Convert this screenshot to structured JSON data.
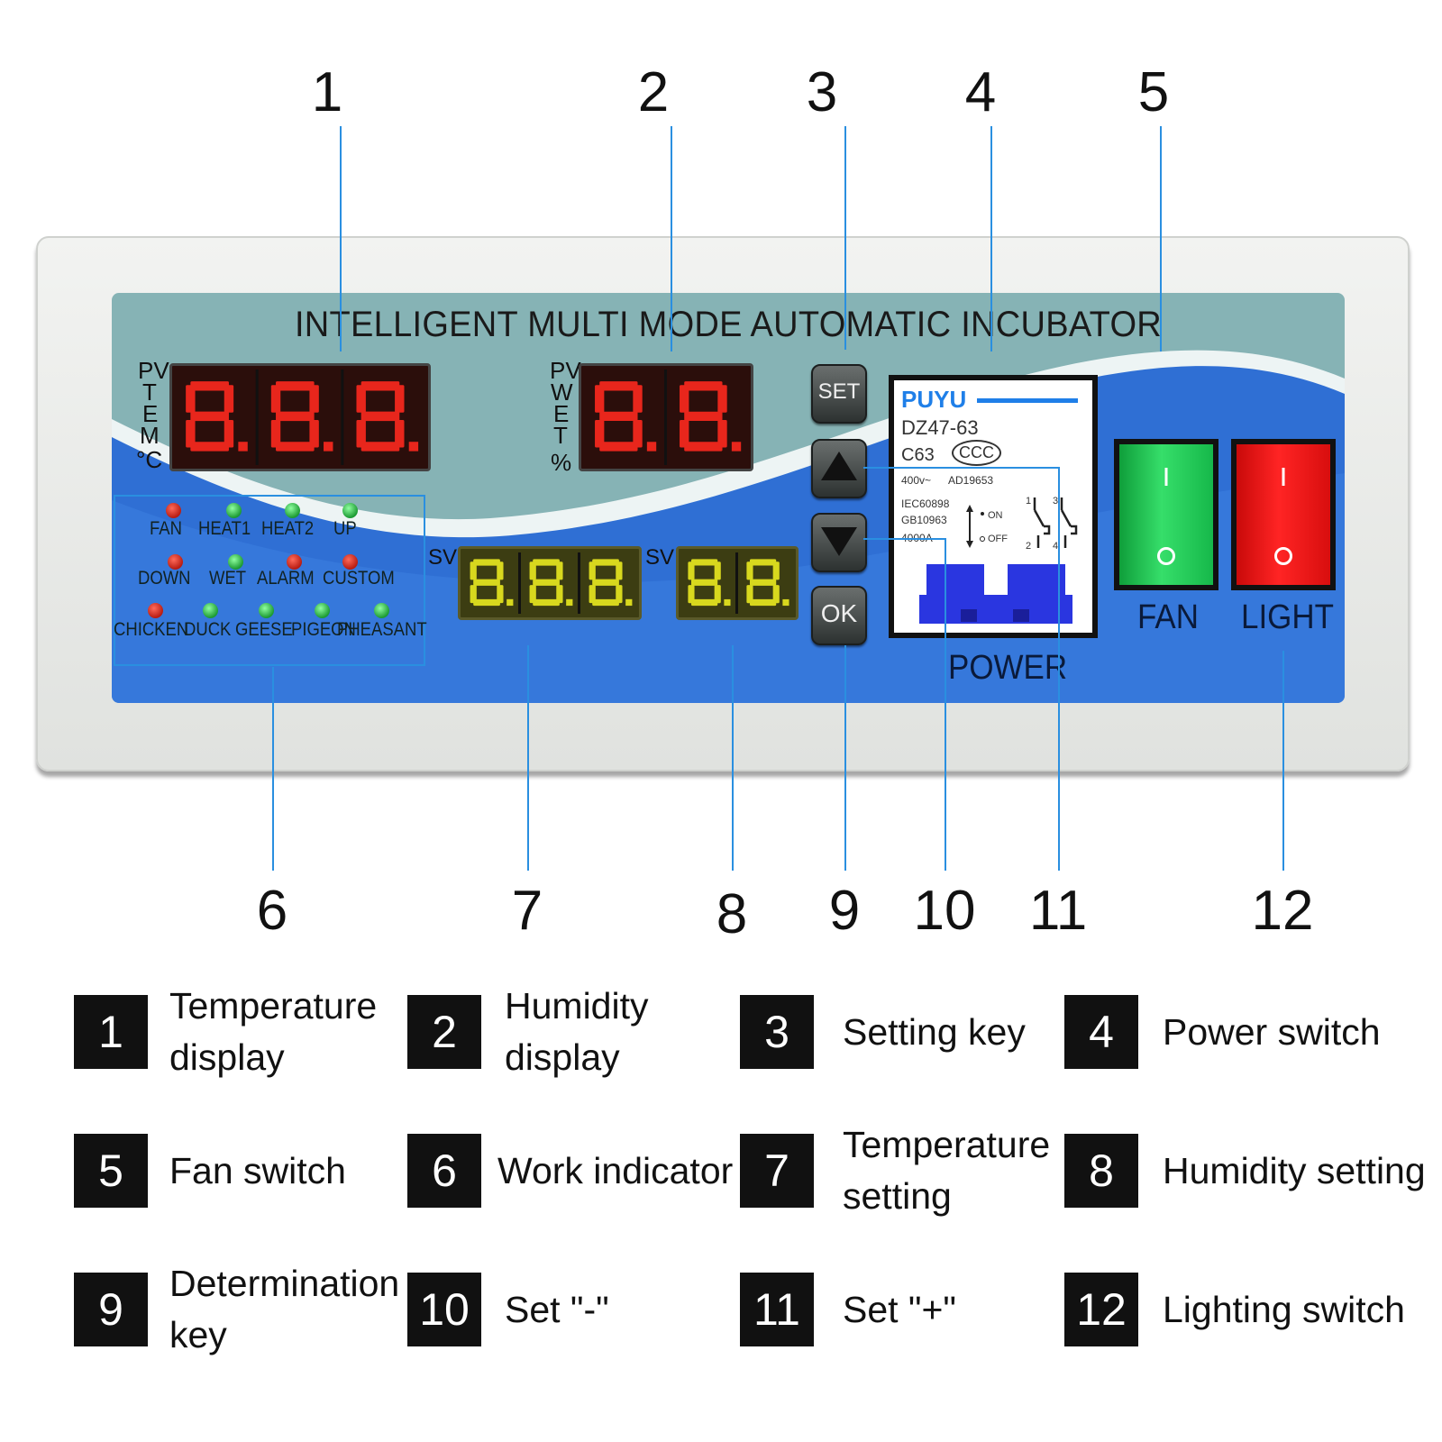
{
  "callouts_top": [
    "1",
    "2",
    "3",
    "4",
    "5"
  ],
  "callouts_bottom": [
    "6",
    "7",
    "8",
    "9",
    "10",
    "11",
    "12"
  ],
  "panel": {
    "title": "INTELLIGENT MULTI MODE AUTOMATIC INCUBATOR",
    "temp_display": {
      "label_pv": "PV",
      "label_vertical": [
        "T",
        "E",
        "M"
      ],
      "unit": "°C",
      "digits": "8.8.8."
    },
    "humidity_display": {
      "label_pv": "PV",
      "label_vertical": [
        "W",
        "E",
        "T"
      ],
      "unit": "%",
      "digits": "8.8."
    },
    "temp_setting": {
      "label": "SV",
      "digits": "8.8.8."
    },
    "humidity_setting": {
      "label": "SV",
      "digits": "8.8."
    },
    "indicators": {
      "row1": [
        {
          "label": "FAN",
          "color": "red"
        },
        {
          "label": "HEAT1",
          "color": "green"
        },
        {
          "label": "HEAT2",
          "color": "green"
        },
        {
          "label": "UP",
          "color": "green"
        }
      ],
      "row2": [
        {
          "label": "DOWN",
          "color": "red"
        },
        {
          "label": "WET",
          "color": "green"
        },
        {
          "label": "ALARM",
          "color": "red"
        },
        {
          "label": "CUSTOM",
          "color": "red"
        }
      ],
      "row3": [
        {
          "label": "CHICKEN",
          "color": "red"
        },
        {
          "label": "DUCK",
          "color": "green"
        },
        {
          "label": "GEESE",
          "color": "green"
        },
        {
          "label": "PIGEON",
          "color": "green"
        },
        {
          "label": "PHEASANT",
          "color": "green"
        }
      ]
    },
    "keys": {
      "set": "SET",
      "ok": "OK"
    },
    "breaker": {
      "brand": "PUYU",
      "model": "DZ47-63",
      "rating": "C63",
      "mark": "CCC",
      "voltage": "400v~",
      "code": "AD19653",
      "std1": "IEC60898",
      "std2": "GB10963",
      "breaking": "4000A",
      "on": "ON",
      "off": "OFF",
      "pole1": "1",
      "pole2": "2",
      "pole3": "3",
      "pole4": "4"
    },
    "power_label": "POWER",
    "fan_label": "FAN",
    "light_label": "LIGHT"
  },
  "legend": [
    {
      "num": "1",
      "lines": [
        "Temperature",
        "display"
      ]
    },
    {
      "num": "2",
      "lines": [
        "Humidity",
        "display"
      ]
    },
    {
      "num": "3",
      "lines": [
        "Setting key"
      ]
    },
    {
      "num": "4",
      "lines": [
        "Power switch"
      ]
    },
    {
      "num": "5",
      "lines": [
        "Fan switch"
      ]
    },
    {
      "num": "6",
      "lines": [
        "Work indicator"
      ]
    },
    {
      "num": "7",
      "lines": [
        "Temperature",
        "setting"
      ]
    },
    {
      "num": "8",
      "lines": [
        "Humidity setting"
      ]
    },
    {
      "num": "9",
      "lines": [
        "Determination",
        "key"
      ]
    },
    {
      "num": "10",
      "lines": [
        "Set \"-\""
      ]
    },
    {
      "num": "11",
      "lines": [
        "Set \"+\""
      ]
    },
    {
      "num": "12",
      "lines": [
        "Lighting switch"
      ]
    }
  ],
  "colors": {
    "leader": "#2a8fe0",
    "face_teal": "#86b3b5",
    "face_blue": "#2f6fd4",
    "led_red": "#e8261c",
    "led_yellow": "#d8d81e"
  }
}
